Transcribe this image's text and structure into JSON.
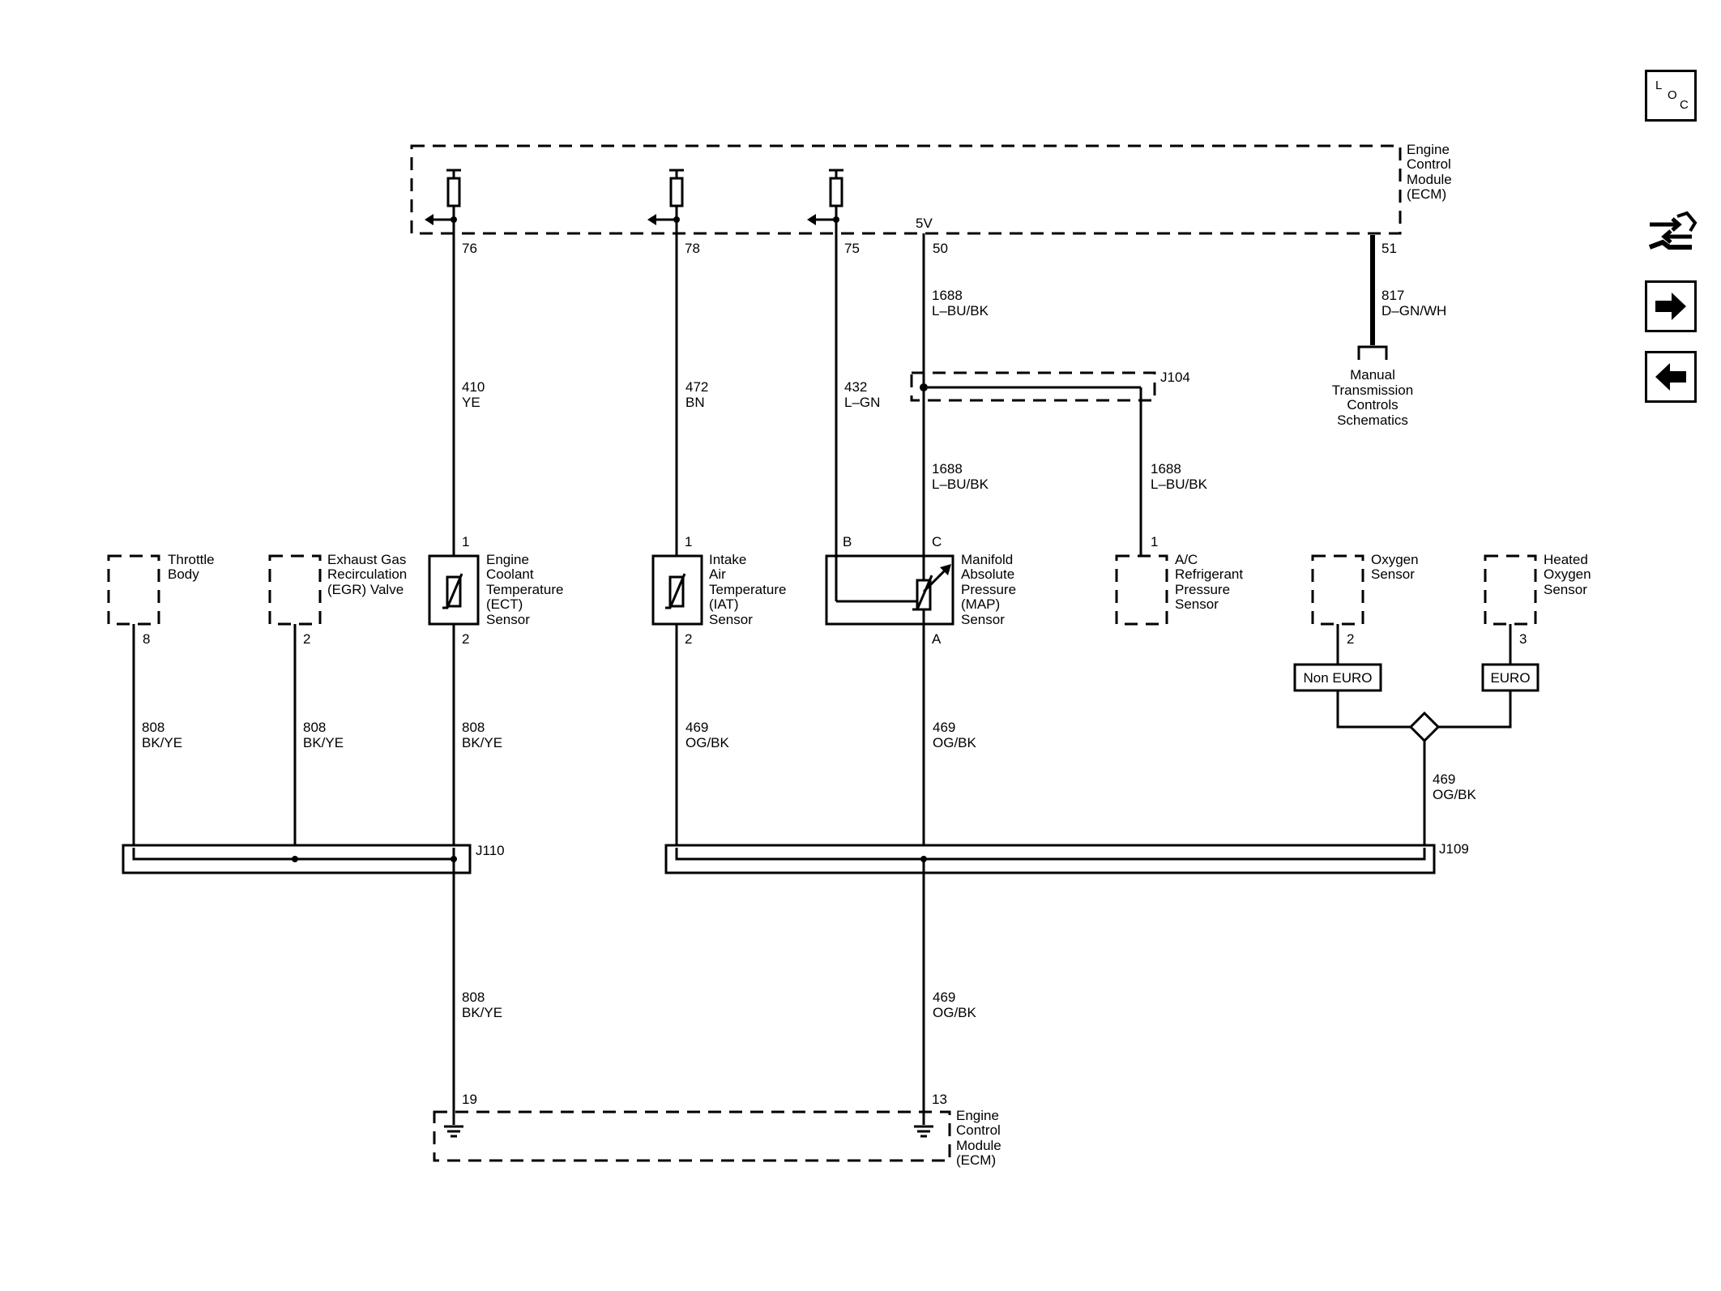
{
  "nav": {
    "loc": {
      "l": "L",
      "o": "O",
      "c": "C"
    },
    "icons": [
      "connector-tool-icon",
      "next-arrow-icon",
      "prev-arrow-icon"
    ]
  },
  "ecm_top": {
    "name": [
      "Engine",
      "Control",
      "Module",
      "(ECM)"
    ],
    "supply_label": "5V"
  },
  "ecm_bottom": {
    "name": [
      "Engine",
      "Control",
      "Module",
      "(ECM)"
    ]
  },
  "ecm_pins": {
    "p76": "76",
    "p78": "78",
    "p75": "75",
    "p50": "50",
    "p51": "51",
    "p19": "19",
    "p13": "13"
  },
  "wires": {
    "w410": [
      "410",
      "YE"
    ],
    "w472": [
      "472",
      "BN"
    ],
    "w432": [
      "432",
      "L–GN"
    ],
    "w1688_top": [
      "1688",
      "L–BU/BK"
    ],
    "w1688_mid": [
      "1688",
      "L–BU/BK"
    ],
    "w1688_ac": [
      "1688",
      "L–BU/BK"
    ],
    "w817": [
      "817",
      "D–GN/WH"
    ],
    "w808_tb": [
      "808",
      "BK/YE"
    ],
    "w808_egr": [
      "808",
      "BK/YE"
    ],
    "w808_ect": [
      "808",
      "BK/YE"
    ],
    "w808_bot": [
      "808",
      "BK/YE"
    ],
    "w469_iat": [
      "469",
      "OG/BK"
    ],
    "w469_map": [
      "469",
      "OG/BK"
    ],
    "w469_o2": [
      "469",
      "OG/BK"
    ],
    "w469_bot": [
      "469",
      "OG/BK"
    ]
  },
  "splices": {
    "j104": "J104",
    "j110": "J110",
    "j109": "J109"
  },
  "mtc": [
    "Manual",
    "Transmission",
    "Controls",
    "Schematics"
  ],
  "components": {
    "throttle": {
      "name": [
        "Throttle",
        "Body"
      ],
      "pin": "8"
    },
    "egr": {
      "name": [
        "Exhaust Gas",
        "Recirculation",
        "(EGR) Valve"
      ],
      "pin": "2"
    },
    "ect": {
      "name": [
        "Engine",
        "Coolant",
        "Temperature",
        "(ECT)",
        "Sensor"
      ],
      "pin_top": "1",
      "pin_bottom": "2"
    },
    "iat": {
      "name": [
        "Intake",
        "Air",
        "Temperature",
        "(IAT)",
        "Sensor"
      ],
      "pin_top": "1",
      "pin_bottom": "2"
    },
    "map": {
      "name": [
        "Manifold",
        "Absolute",
        "Pressure",
        "(MAP)",
        "Sensor"
      ],
      "pin_b": "B",
      "pin_c": "C",
      "pin_a": "A"
    },
    "ac": {
      "name": [
        "A/C",
        "Refrigerant",
        "Pressure",
        "Sensor"
      ],
      "pin": "1"
    },
    "o2": {
      "name": [
        "Oxygen",
        "Sensor"
      ],
      "pin": "2",
      "option": "Non EURO"
    },
    "ho2": {
      "name": [
        "Heated",
        "Oxygen",
        "Sensor"
      ],
      "pin": "3",
      "option": "EURO"
    }
  }
}
